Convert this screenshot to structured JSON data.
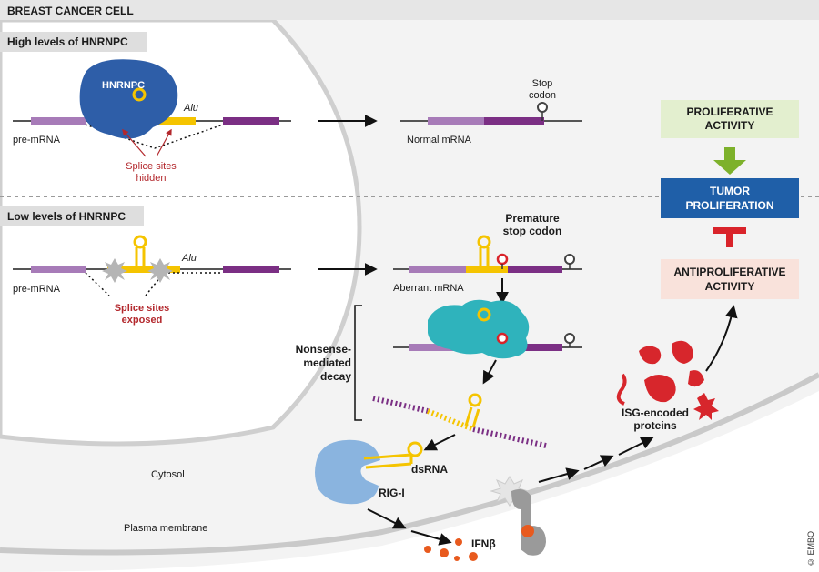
{
  "header": {
    "title": "BREAST CANCER CELL"
  },
  "sections": {
    "high": {
      "title": "High levels of HNRNPC",
      "protein_label": "HNRNPC",
      "alu_label": "Alu",
      "premrna_label": "pre-mRNA",
      "splice_label_line1": "Splice sites",
      "splice_label_line2": "hidden",
      "stop_label_line1": "Stop",
      "stop_label_line2": "codon",
      "normal_mrna_label": "Normal mRNA"
    },
    "low": {
      "title": "Low levels of HNRNPC",
      "alu_label": "Alu",
      "premrna_label": "pre-mRNA",
      "splice_label_line1": "Splice sites",
      "splice_label_line2": "exposed",
      "premature_line1": "Premature",
      "premature_line2": "stop codon",
      "aberrant_mrna_label": "Aberrant mRNA",
      "nmd_line1": "Nonsense-",
      "nmd_line2": "mediated",
      "nmd_line3": "decay"
    }
  },
  "labels": {
    "dsrna": "dsRNA",
    "rigi": "RIG-I",
    "ifnb": "IFNβ",
    "cytosol": "Cytosol",
    "plasma_membrane": "Plasma membrane",
    "isg_line1": "ISG-encoded",
    "isg_line2": "proteins"
  },
  "outcome": {
    "proliferative_line1": "PROLIFERATIVE",
    "proliferative_line2": "ACTIVITY",
    "tumor_line1": "TUMOR",
    "tumor_line2": "PROLIFERATION",
    "antiproliferative_line1": "ANTIPROLIFERATIVE",
    "antiproliferative_line2": "ACTIVITY"
  },
  "copyright": "© EMBO",
  "colors": {
    "exon_light": "#a77bb8",
    "exon_dark": "#7b2f84",
    "alu_yellow": "#f5c400",
    "hnrnpc_blue": "#2e5ea8",
    "ribosome_teal": "#2fb3bc",
    "rigi_blue": "#8ab4df",
    "tumor_box": "#1f5fa8",
    "proliferative_box": "#e3efcf",
    "antiproliferative_box": "#f9e2db",
    "green_arrow": "#7db12b",
    "red_inhibit": "#d9232a",
    "isg_red": "#d7262c",
    "ifn_orange": "#e85a1e"
  }
}
